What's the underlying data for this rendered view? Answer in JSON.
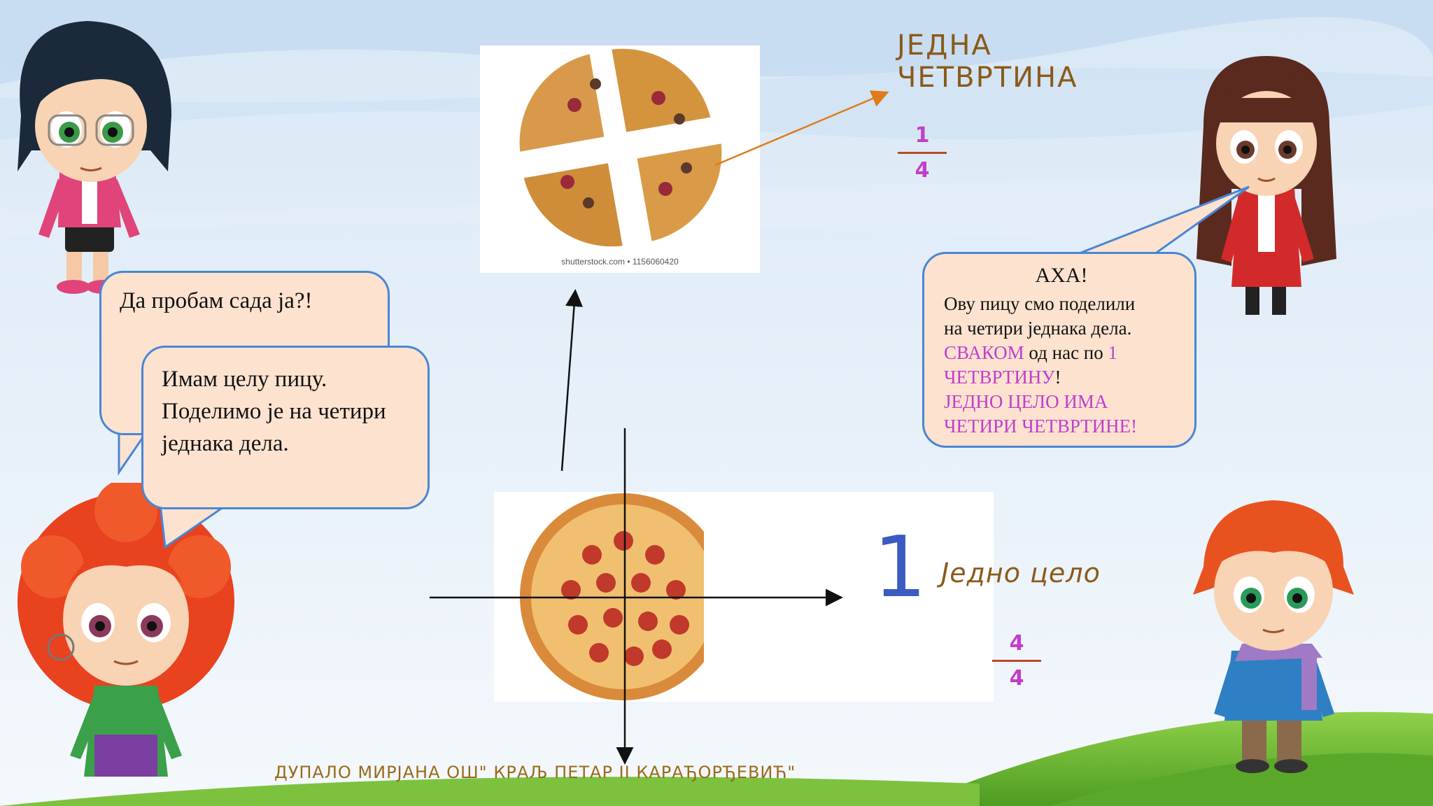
{
  "bubbles": {
    "try_now": "Да пробам сада ја?!",
    "whole_pizza": [
      "Имам целу пицу.",
      "Поделимо је на четири",
      "једнака дела."
    ],
    "aha": {
      "title": "АХА!",
      "line1": "Ову пицу смо поделили",
      "line2": "на четири једнака дела.",
      "line3_pink_a": "СВАКОМ",
      "line3_black": " од нас по ",
      "line3_pink_b": "1",
      "line4_pink": "ЧЕТВРТИНУ",
      "line4_black": "!",
      "line5": "ЈЕДНО ЦЕЛО ИМА",
      "line6": "ЧЕТИРИ ЧЕТВРТИНЕ!"
    }
  },
  "labels": {
    "one_quarter_line1": "ЈЕДНА",
    "one_quarter_line2": "ЧЕТВРТИНА",
    "one_whole": "Једно цело",
    "big_one": "1"
  },
  "fractions": {
    "quarter": {
      "numerator": "1",
      "denominator": "4"
    },
    "whole": {
      "numerator": "4",
      "denominator": "4"
    }
  },
  "photo_credit": "shutterstock.com • 1156060420",
  "footer": "ДУПАЛО МИРЈАНА ОШ\" КРАЉ ПЕТАР II КАРАЂОРЂЕВИЋ\"",
  "colors": {
    "bubble_fill": "#fde3cf",
    "bubble_border": "#4a86d4",
    "accent_pink": "#c23ccf",
    "heading_brown": "#8a5a1a"
  }
}
